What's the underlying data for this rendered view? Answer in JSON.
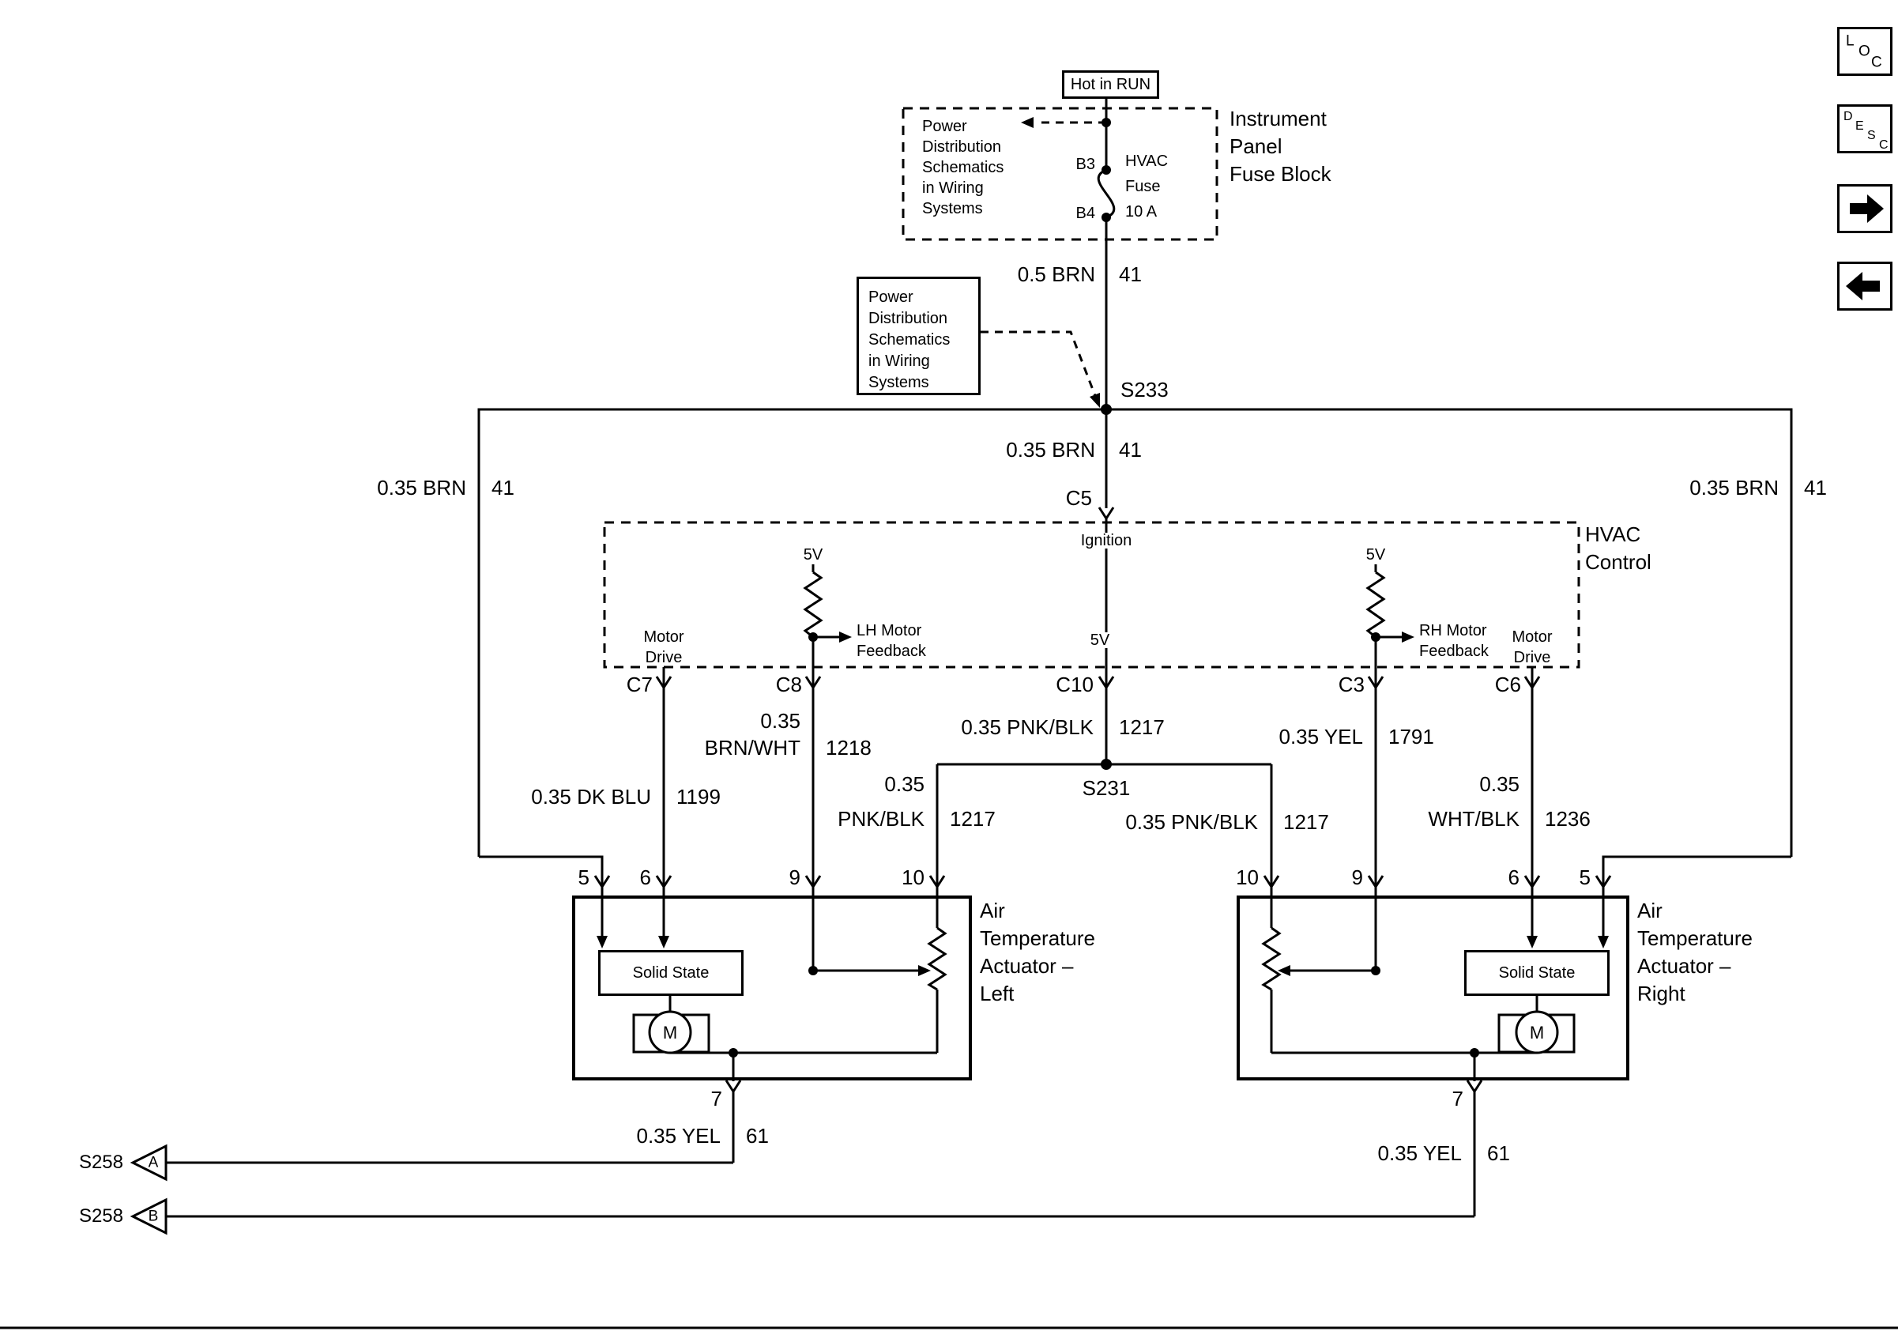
{
  "colors": {
    "line": "#000000",
    "background": "#ffffff"
  },
  "nav": {
    "loc": [
      "L",
      "O",
      "C"
    ],
    "desc": [
      "D",
      "E",
      "S",
      "C"
    ]
  },
  "power": {
    "hot_in_run": "Hot in RUN",
    "fuse_note": [
      "Power",
      "Distribution",
      "Schematics",
      "in Wiring",
      "Systems"
    ],
    "b3": "B3",
    "b4": "B4",
    "fuse": [
      "HVAC",
      "Fuse",
      "10 A"
    ],
    "fuse_block_label": [
      "Instrument",
      "Panel",
      "Fuse Block"
    ],
    "wire_top": {
      "name": "0.5 BRN",
      "circuit": "41"
    },
    "note_box": [
      "Power",
      "Distribution",
      "Schematics",
      "in Wiring",
      "Systems"
    ],
    "s233": "S233",
    "wire_center": {
      "name": "0.35 BRN",
      "circuit": "41"
    },
    "wire_left": {
      "name": "0.35 BRN",
      "circuit": "41"
    },
    "wire_right": {
      "name": "0.35 BRN",
      "circuit": "41"
    }
  },
  "hvac": {
    "label": [
      "HVAC",
      "Control"
    ],
    "c5": "C5",
    "ignition": "Ignition",
    "v5_left": "5V",
    "v5_center": "5V",
    "v5_right": "5V",
    "motor_drive_left": [
      "Motor",
      "Drive"
    ],
    "lh_feedback": [
      "LH Motor",
      "Feedback"
    ],
    "rh_feedback": [
      "RH Motor",
      "Feedback"
    ],
    "motor_drive_right": [
      "Motor",
      "Drive"
    ],
    "connectors": {
      "c7": "C7",
      "c8": "C8",
      "c10": "C10",
      "c3": "C3",
      "c6": "C6"
    }
  },
  "wires": {
    "c7": {
      "name": "0.35 DK BLU",
      "circuit": "1199"
    },
    "c8": {
      "name1": "0.35",
      "name2": "BRN/WHT",
      "circuit": "1218"
    },
    "c10": {
      "name": "0.35 PNK/BLK",
      "circuit": "1217"
    },
    "c3": {
      "name": "0.35 YEL",
      "circuit": "1791"
    },
    "s231": "S231",
    "branch_left": {
      "name1": "0.35",
      "name2": "PNK/BLK",
      "circuit": "1217"
    },
    "branch_right": {
      "name": "0.35 PNK/BLK",
      "circuit": "1217"
    },
    "c6": {
      "name1": "0.35",
      "name2": "WHT/BLK",
      "circuit": "1236"
    },
    "yel_left": {
      "name": "0.35 YEL",
      "circuit": "61"
    },
    "yel_right": {
      "name": "0.35 YEL",
      "circuit": "61"
    }
  },
  "actuator_left": {
    "label": [
      "Air",
      "Temperature",
      "Actuator –",
      "Left"
    ],
    "pins": [
      "5",
      "6",
      "9",
      "10"
    ],
    "pin7": "7",
    "solid_state": "Solid State",
    "motor": "M"
  },
  "actuator_right": {
    "label": [
      "Air",
      "Temperature",
      "Actuator –",
      "Right"
    ],
    "pins": [
      "10",
      "9",
      "6",
      "5"
    ],
    "pin7": "7",
    "solid_state": "Solid State",
    "motor": "M"
  },
  "splices": {
    "s258_a": {
      "label": "S258",
      "pin": "A"
    },
    "s258_b": {
      "label": "S258",
      "pin": "B"
    }
  }
}
